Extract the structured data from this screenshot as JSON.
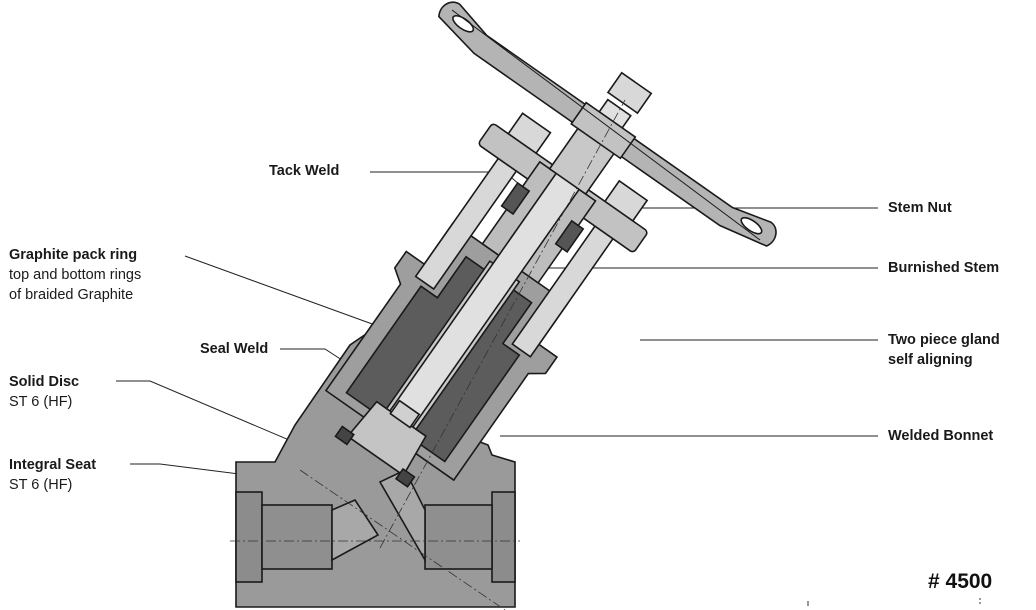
{
  "labels": {
    "tack_weld": "Tack Weld",
    "graphite_title": "Graphite pack ring",
    "graphite_line2": "top and bottom rings",
    "graphite_line3": "of braided Graphite",
    "seal_weld": "Seal Weld",
    "solid_disc": "Solid Disc",
    "solid_disc_sub": "ST 6 (HF)",
    "integral_seat": "Integral Seat",
    "integral_seat_sub": "ST 6 (HF)",
    "stem_nut": "Stem Nut",
    "burnished_stem": "Burnished Stem",
    "gland_line1": "Two piece gland",
    "gland_line2": "self aligning",
    "welded_bonnet": "Welded Bonnet"
  },
  "model_number": "# 4500",
  "colors": {
    "body_fill": "#9a9a9a",
    "body_dark": "#777777",
    "bonnet_fill": "#9e9e9e",
    "section_dark": "#5c5c5c",
    "metal_light": "#d8d8d8",
    "metal_mid": "#bdbdbd",
    "handwheel": "#b4b4b4",
    "outline": "#1a1a1a"
  }
}
